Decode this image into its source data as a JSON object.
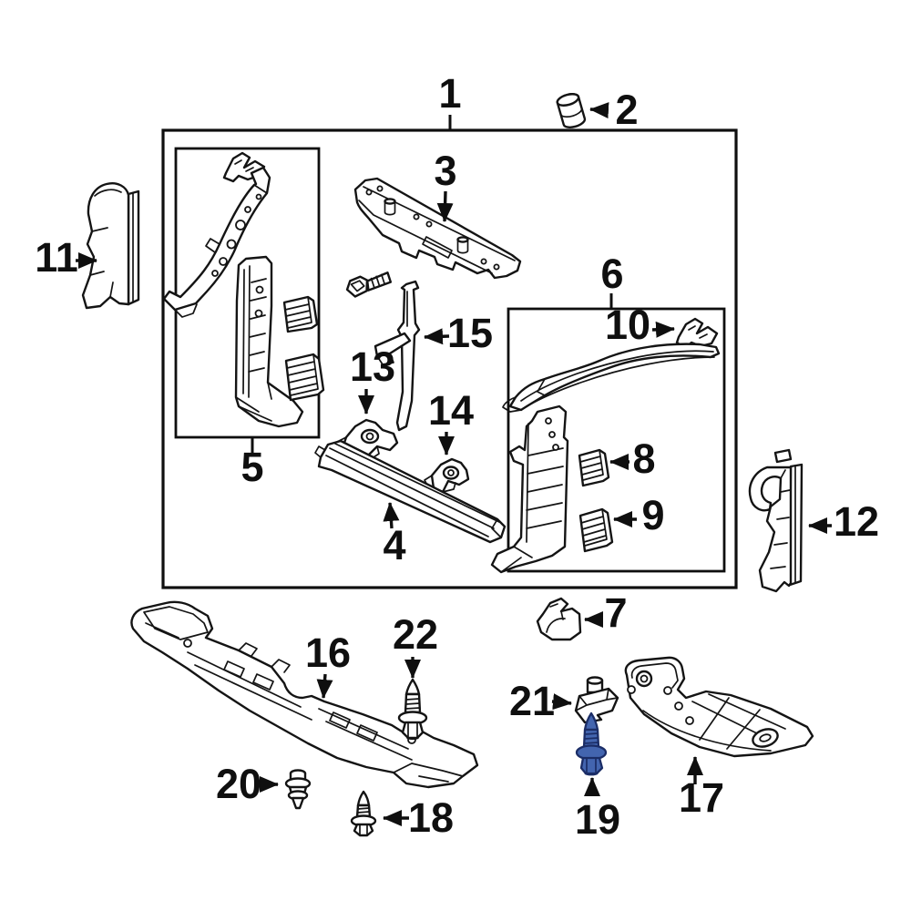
{
  "diagram": {
    "background_color": "#ffffff",
    "line_color": "#141414",
    "highlighted_part": {
      "number": "19",
      "fill_color": "#4365af",
      "outline_color": "#1b2d66"
    },
    "callouts": [
      "1",
      "2",
      "3",
      "4",
      "5",
      "6",
      "7",
      "8",
      "9",
      "10",
      "11",
      "12",
      "13",
      "14",
      "15",
      "16",
      "17",
      "18",
      "19",
      "20",
      "21",
      "22"
    ]
  }
}
